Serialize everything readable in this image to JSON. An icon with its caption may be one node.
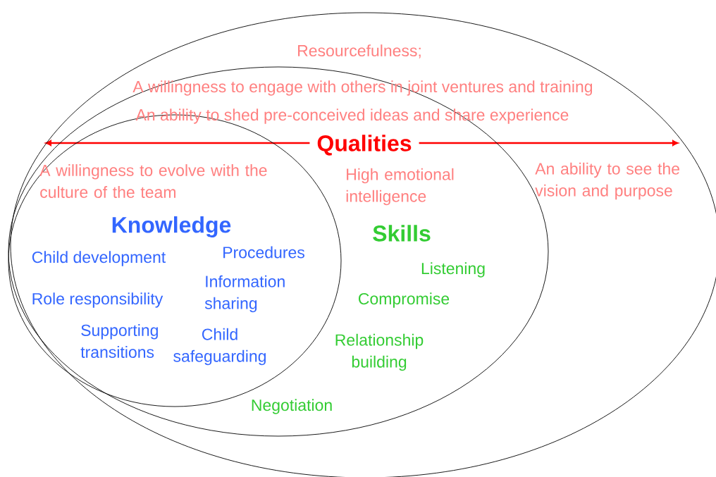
{
  "diagram": {
    "nodes": [
      {
        "text": [],
        "shape": "ellipse"
      },
      {
        "text": [
          "Skills",
          "Listening",
          "Compromise",
          "Relationship building",
          "Negotiation"
        ],
        "in": 0
      },
      {
        "text": [
          "Knowledge",
          "Child development",
          "Procedures",
          "Role responsibility",
          "Information sharing",
          "Supporting transitions",
          "Child safeguarding"
        ],
        "in": 1
      }
    ],
    "labels": [
      "Resourcefulness;",
      "A willingness to engage with others in joint ventures and training",
      "An ability to shed pre-conceived ideas and share experience",
      "Qualities",
      "A willingness to evolve with the culture of the team",
      "High emotional intelligence",
      "An ability to see the vision and purpose"
    ]
  }
}
